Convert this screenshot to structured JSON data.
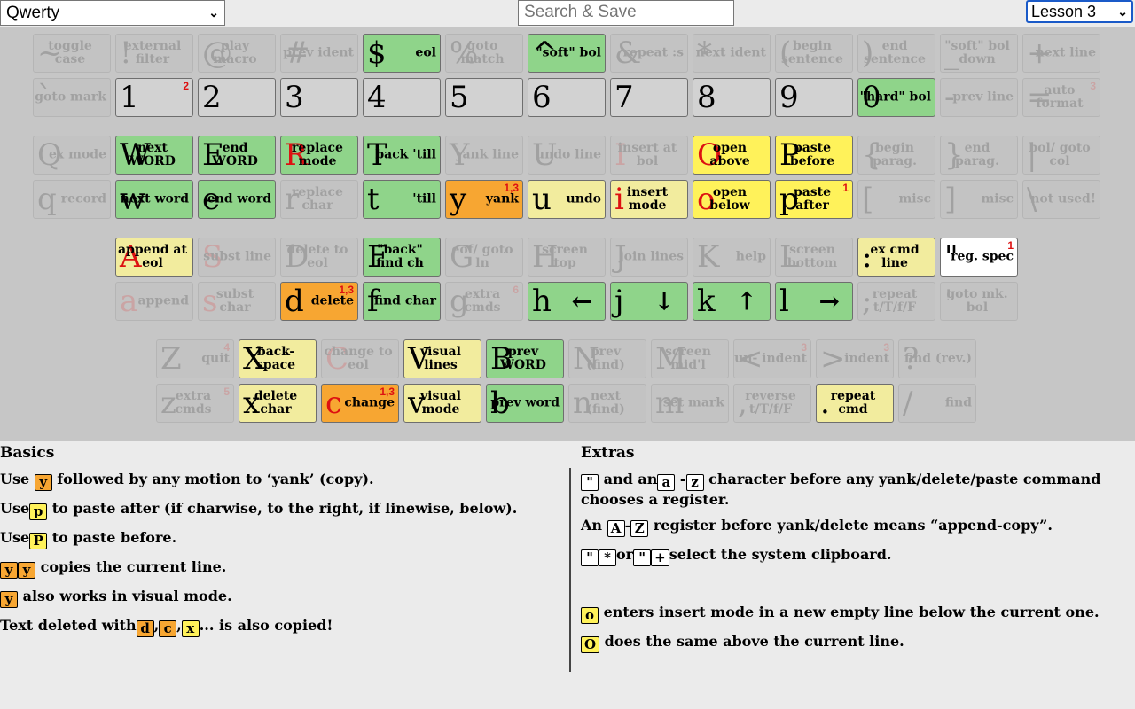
{
  "topbar": {
    "layout_value": "Qwerty",
    "search_placeholder": "Search & Save",
    "lesson_value": "Lesson 3"
  },
  "keys": {
    "row1": [
      {
        "big": "~",
        "desc": "toggle case"
      },
      {
        "big": "!",
        "desc": "external filter"
      },
      {
        "big": "@",
        "desc": "play macro"
      },
      {
        "big": "#",
        "desc": "prev ident"
      },
      {
        "big": "$",
        "desc": "eol"
      },
      {
        "big": "%",
        "desc": "goto match"
      },
      {
        "big": "^",
        "desc": "\"soft\" bol"
      },
      {
        "big": "&",
        "desc": "repeat :s"
      },
      {
        "big": "*",
        "desc": "next ident"
      },
      {
        "big": "(",
        "desc": "begin sentence"
      },
      {
        "big": ")",
        "desc": "end sentence"
      },
      {
        "big": "_",
        "desc": "\"soft\" bol down"
      },
      {
        "big": "+",
        "desc": "next line"
      }
    ],
    "row2": [
      {
        "big": "`",
        "desc": "goto mark"
      },
      {
        "big": "1",
        "desc": "",
        "sup": "2"
      },
      {
        "big": "2",
        "desc": ""
      },
      {
        "big": "3",
        "desc": ""
      },
      {
        "big": "4",
        "desc": ""
      },
      {
        "big": "5",
        "desc": ""
      },
      {
        "big": "6",
        "desc": ""
      },
      {
        "big": "7",
        "desc": ""
      },
      {
        "big": "8",
        "desc": ""
      },
      {
        "big": "9",
        "desc": ""
      },
      {
        "big": "0",
        "desc": "\"hard\" bol"
      },
      {
        "big": "-",
        "desc": "prev line"
      },
      {
        "big": "=",
        "desc": "auto format",
        "sup": "3"
      }
    ],
    "row3": [
      {
        "big": "Q",
        "desc": "ex mode"
      },
      {
        "big": "W",
        "desc": "next WORD"
      },
      {
        "big": "E",
        "desc": "end WORD"
      },
      {
        "big": "R",
        "desc": "replace mode"
      },
      {
        "big": "T",
        "desc": "back 'till"
      },
      {
        "big": "Y",
        "desc": "yank line"
      },
      {
        "big": "U",
        "desc": "undo line"
      },
      {
        "big": "I",
        "desc": "insert at bol"
      },
      {
        "big": "O",
        "desc": "open above"
      },
      {
        "big": "P",
        "desc": "paste before"
      },
      {
        "big": "{",
        "desc": "begin parag."
      },
      {
        "big": "}",
        "desc": "end parag."
      },
      {
        "big": "|",
        "desc": "bol/ goto col"
      }
    ],
    "row4": [
      {
        "big": "q",
        "desc": "record"
      },
      {
        "big": "w",
        "desc": "next word"
      },
      {
        "big": "e",
        "desc": "end word"
      },
      {
        "big": "r",
        "desc": "replace char"
      },
      {
        "big": "t",
        "desc": "'till"
      },
      {
        "big": "y",
        "desc": "yank",
        "sup": "1,3"
      },
      {
        "big": "u",
        "desc": "undo"
      },
      {
        "big": "i",
        "desc": "insert mode"
      },
      {
        "big": "o",
        "desc": "open below"
      },
      {
        "big": "p",
        "desc": "paste after",
        "sup": "1"
      },
      {
        "big": "[",
        "desc": "misc"
      },
      {
        "big": "]",
        "desc": "misc"
      },
      {
        "big": "\\",
        "desc": "not used!"
      }
    ],
    "row5": [
      {
        "big": "A",
        "desc": "append at eol"
      },
      {
        "big": "S",
        "desc": "subst line"
      },
      {
        "big": "D",
        "desc": "delete to eol"
      },
      {
        "big": "F",
        "desc": "\"back\" find ch"
      },
      {
        "big": "G",
        "desc": "eof/ goto ln"
      },
      {
        "big": "H",
        "desc": "screen top"
      },
      {
        "big": "J",
        "desc": "join lines"
      },
      {
        "big": "K",
        "desc": "help"
      },
      {
        "big": "L",
        "desc": "screen bottom"
      },
      {
        "big": ":",
        "desc": "ex cmd line"
      },
      {
        "big": "\"",
        "desc": "reg. spec",
        "sup": "1"
      }
    ],
    "row6": [
      {
        "big": "a",
        "desc": "append"
      },
      {
        "big": "s",
        "desc": "subst char"
      },
      {
        "big": "d",
        "desc": "delete",
        "sup": "1,3"
      },
      {
        "big": "f",
        "desc": "find char"
      },
      {
        "big": "g",
        "desc": "extra cmds",
        "sup": "6"
      },
      {
        "big": "h",
        "desc": "←"
      },
      {
        "big": "j",
        "desc": "↓"
      },
      {
        "big": "k",
        "desc": "↑"
      },
      {
        "big": "l",
        "desc": "→"
      },
      {
        "big": ";",
        "desc": "repeat t/T/f/F"
      },
      {
        "big": "'",
        "desc": "goto mk. bol"
      }
    ],
    "row7": [
      {
        "big": "Z",
        "desc": "quit",
        "sup": "4"
      },
      {
        "big": "X",
        "desc": "back- space"
      },
      {
        "big": "C",
        "desc": "change to eol"
      },
      {
        "big": "V",
        "desc": "visual lines"
      },
      {
        "big": "B",
        "desc": "prev WORD"
      },
      {
        "big": "N",
        "desc": "prev (find)"
      },
      {
        "big": "M",
        "desc": "screen mid'l"
      },
      {
        "big": "<",
        "desc": "un- indent",
        "sup": "3"
      },
      {
        "big": ">",
        "desc": "indent",
        "sup": "3"
      },
      {
        "big": "?",
        "desc": "find (rev.)"
      }
    ],
    "row8": [
      {
        "big": "z",
        "desc": "extra cmds",
        "sup": "5"
      },
      {
        "big": "x",
        "desc": "delete char"
      },
      {
        "big": "c",
        "desc": "change",
        "sup": "1,3"
      },
      {
        "big": "v",
        "desc": "visual mode"
      },
      {
        "big": "b",
        "desc": "prev word"
      },
      {
        "big": "n",
        "desc": "next (find)"
      },
      {
        "big": "m",
        "desc": "set mark"
      },
      {
        "big": ",",
        "desc": "reverse t/T/f/F"
      },
      {
        "big": ".",
        "desc": "repeat cmd"
      },
      {
        "big": "/",
        "desc": "find"
      }
    ]
  },
  "basics": {
    "title": "Basics",
    "l1_pre": "Use",
    "l1_key": "y",
    "l1_post": "followed by any motion to ‘yank’ (copy).",
    "l2_pre": "Use",
    "l2_key": "p",
    "l2_post": "to paste after (if charwise, to the right, if linewise, below).",
    "l3_pre": "Use",
    "l3_key": "P",
    "l3_post": "to paste before.",
    "l4_key1": "y",
    "l4_key2": "y",
    "l4_post": "copies the current line.",
    "l5_key": "y",
    "l5_post": "also works in visual mode.",
    "l6_pre": "Text deleted with",
    "l6_k1": "d",
    "l6_k2": "c",
    "l6_k3": "x",
    "l6_post": "... is also copied!"
  },
  "extras": {
    "title": "Extras",
    "e1_k1": "\"",
    "e1_a": "and an",
    "e1_k2": "a",
    "e1_dash": "-",
    "e1_k3": "z",
    "e1_post": "character before any yank/delete/paste command chooses a register.",
    "e2_pre": "An",
    "e2_k1": "A",
    "e2_dash": "-",
    "e2_k2": "Z",
    "e2_post": "register before yank/delete means “append-copy”.",
    "e3_k1": "\"",
    "e3_k2": "*",
    "e3_or": "or",
    "e3_k3": "\"",
    "e3_k4": "+",
    "e3_post": "select the system clipboard.",
    "e4_key": "o",
    "e4_post": "enters insert mode in a new empty line below the current one.",
    "e5_key": "O",
    "e5_post": "does the same above the current line."
  },
  "colors": {
    "green": "#8fd48a",
    "yellow": "#fff25a",
    "orange": "#f7a632",
    "pale_yellow": "#f2ec9e",
    "keyboard_bg": "#c6c6c6"
  }
}
